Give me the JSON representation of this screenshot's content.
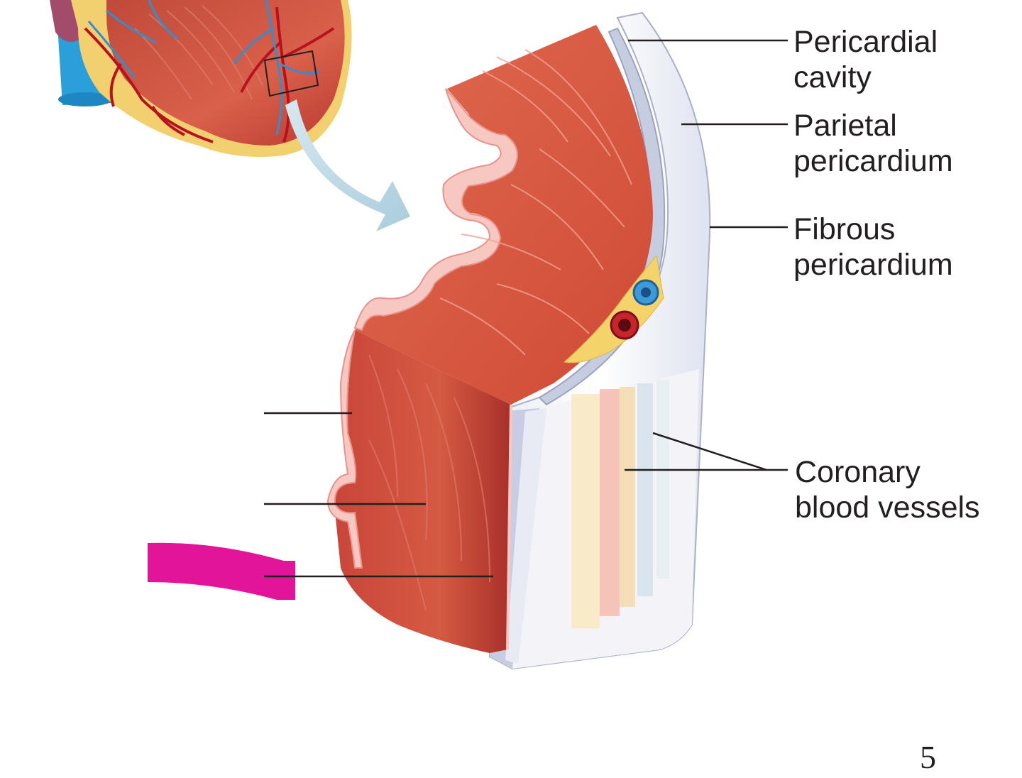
{
  "labels": {
    "pericardial_cavity": [
      "Pericardial",
      "cavity"
    ],
    "parietal_pericardium": [
      "Parietal",
      "pericardium"
    ],
    "fibrous_pericardium": [
      "Fibrous",
      "pericardium"
    ],
    "coronary_vessels": [
      "Coronary",
      "blood vessels"
    ]
  },
  "unlabeled_leaders": 3,
  "page_number": "5",
  "colors": {
    "myocardium": "#d9533a",
    "myocardium_dark": "#b5392a",
    "endocardium": "#f6c9c4",
    "fat": "#f3d36a",
    "vein": "#3c9ad6",
    "artery": "#c8242d",
    "arrow": "#b9d8e6",
    "highlight_marker": "#e2149a",
    "leader": "#231f20"
  }
}
